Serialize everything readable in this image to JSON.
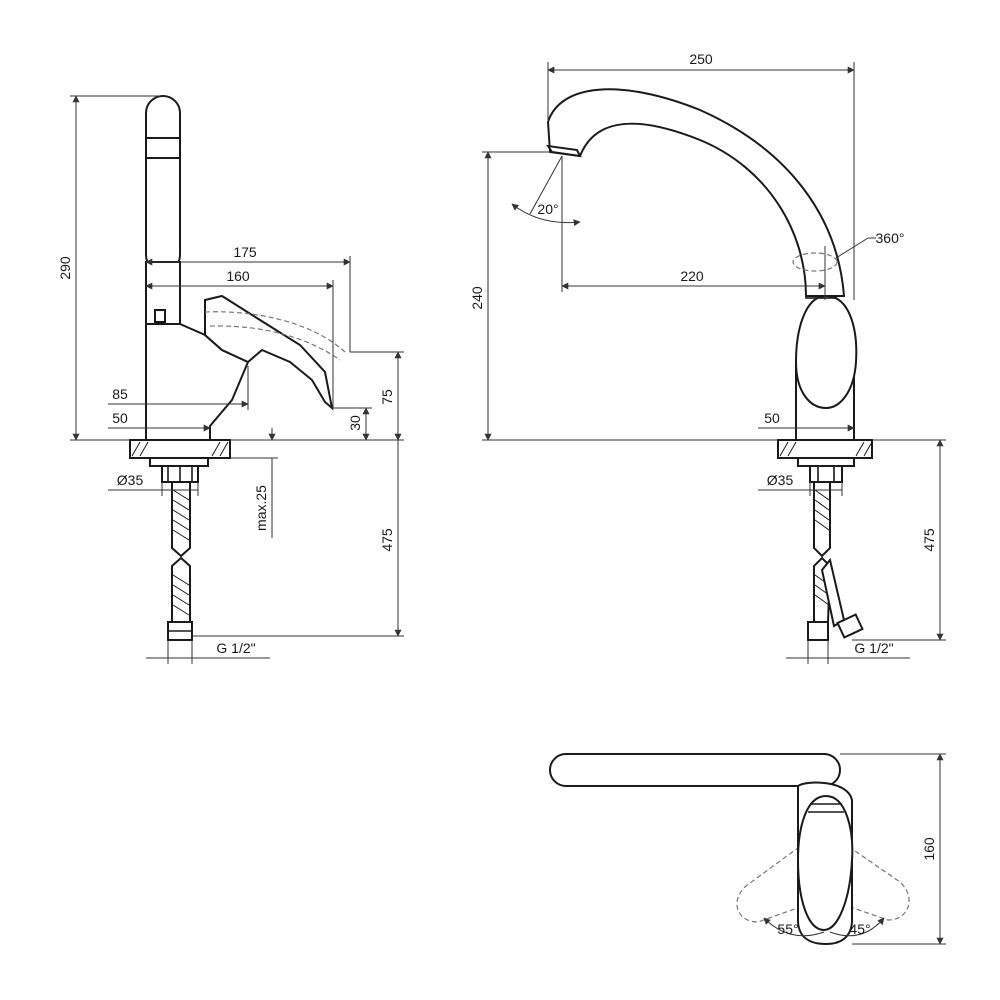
{
  "colors": {
    "line": "#1a1a1a",
    "dimension_line": "#333333",
    "ghost_line": "#777777",
    "background": "#ffffff"
  },
  "side_view": {
    "dims": {
      "height_total": "290",
      "reach_175": "175",
      "reach_160": "160",
      "lever_85": "85",
      "base_50": "50",
      "height_75": "75",
      "height_30": "30",
      "diameter": "Ø35",
      "max_thickness": "max.25",
      "hose_length": "475",
      "thread": "G 1/2\""
    }
  },
  "front_view": {
    "dims": {
      "width_250": "250",
      "height_240": "240",
      "reach_220": "220",
      "base_50": "50",
      "swivel_angle": "360°",
      "spout_angle": "20°",
      "diameter": "Ø35",
      "hose_length": "475",
      "thread": "G 1/2\""
    }
  },
  "top_view": {
    "dims": {
      "depth_160": "160",
      "angle_left": "55°",
      "angle_right": "45°"
    }
  }
}
